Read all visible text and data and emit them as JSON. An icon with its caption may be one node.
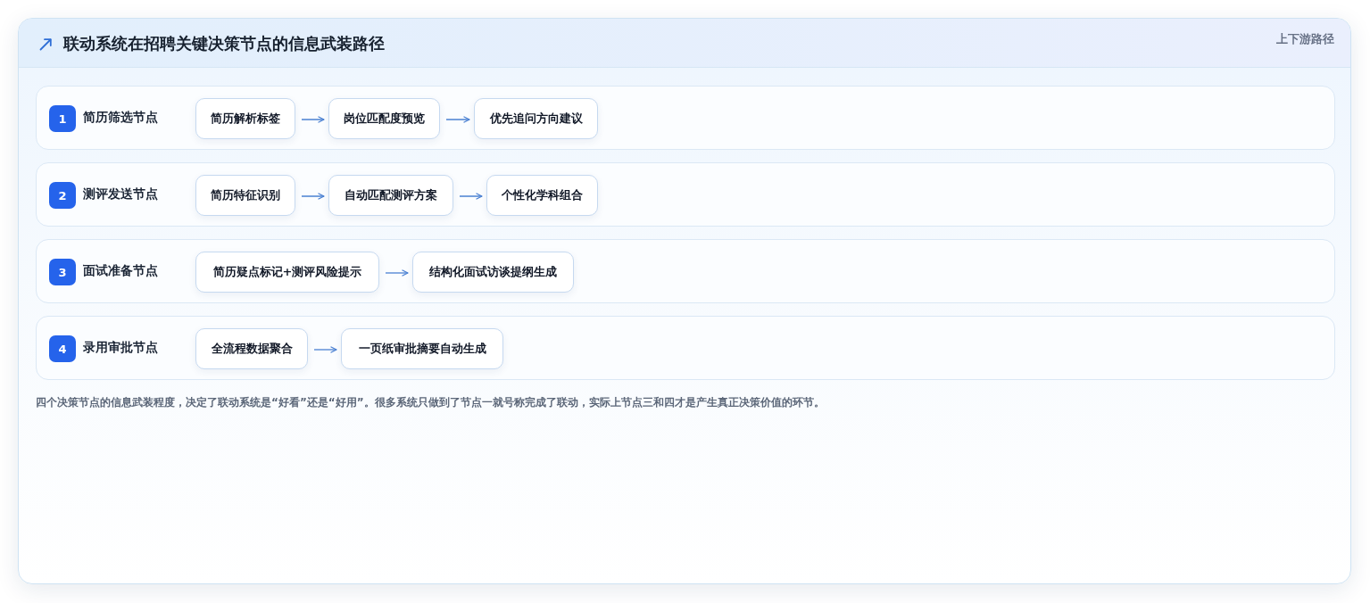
{
  "diagram": {
    "title": "联动系统在招聘关键决策节点的信息武装路径",
    "caption": "四个决策节点的信息武装程度，决定了联动系统是“好看”还是“好用”。很多系统只做到了节点一就号称完成了联动，实际上节点三和四才是产生真正决策价值的环节。",
    "labels": [
      "上下游路径"
    ],
    "nodes": [
      {
        "text": [
          "简历筛选节点"
        ]
      },
      {
        "text": [
          "1"
        ],
        "in": 0
      },
      {
        "text": [
          "简历解析标签"
        ],
        "in": 0
      },
      {
        "text": [
          "岗位匹配度预览"
        ],
        "in": 0
      },
      {
        "text": [
          "优先追问方向建议"
        ],
        "in": 0
      },
      {
        "text": [
          "测评发送节点"
        ]
      },
      {
        "text": [
          "2"
        ],
        "in": 5
      },
      {
        "text": [
          "简历特征识别"
        ],
        "in": 5
      },
      {
        "text": [
          "自动匹配测评方案"
        ],
        "in": 5
      },
      {
        "text": [
          "个性化学科组合"
        ],
        "in": 5
      },
      {
        "text": [
          "面试准备节点"
        ]
      },
      {
        "text": [
          "3"
        ],
        "in": 10
      },
      {
        "text": [
          "简历疑点标记+测评风险提示"
        ],
        "in": 10
      },
      {
        "text": [
          "结构化面试访谈提纲生成"
        ],
        "in": 10
      },
      {
        "text": [
          "录用审批节点"
        ]
      },
      {
        "text": [
          "4"
        ],
        "in": 14
      },
      {
        "text": [
          "全流程数据聚合"
        ],
        "in": 14
      },
      {
        "text": [
          "一页纸审批摘要自动生成"
        ],
        "in": 14
      }
    ],
    "edges": [
      {
        "from": 2,
        "to": 3,
        "arrow": "to"
      },
      {
        "from": 3,
        "to": 4,
        "arrow": "to"
      },
      {
        "from": 7,
        "to": 8,
        "arrow": "to"
      },
      {
        "from": 8,
        "to": 9,
        "arrow": "to"
      },
      {
        "from": 12,
        "to": 13,
        "arrow": "to"
      },
      {
        "from": 16,
        "to": 17,
        "arrow": "to"
      }
    ]
  }
}
